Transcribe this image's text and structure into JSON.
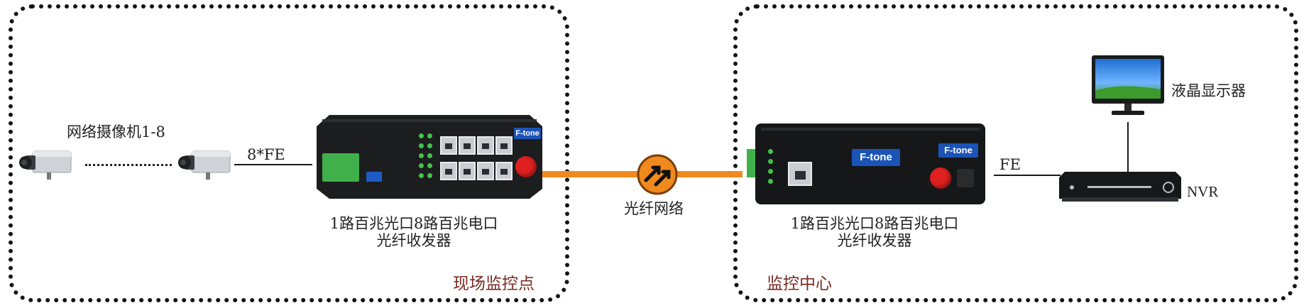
{
  "zones": {
    "site_title": "现场监控点",
    "center_title": "监控中心"
  },
  "labels": {
    "cameras": "网络摄像机1-8",
    "cam_link": "8*FE",
    "site_transceiver_line1": "1路百兆光口8路百兆电口",
    "site_transceiver_line2": "光纤收发器",
    "fiber_network": "光纤网络",
    "center_transceiver_line1": "1路百兆光口8路百兆电口",
    "center_transceiver_line2": "光纤收发器",
    "nvr_link": "FE",
    "nvr": "NVR",
    "monitor": "液晶显示器"
  },
  "brand": {
    "logo": "F-tone"
  },
  "colors": {
    "fiber": "#f08a1e",
    "zone_title": "#7a2a24",
    "brand_blue": "#1b54b6"
  }
}
